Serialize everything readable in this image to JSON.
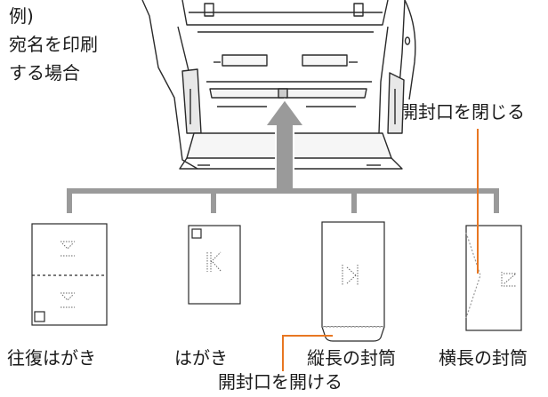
{
  "example_label": {
    "line1": "例)",
    "line2": "宛名を印刷",
    "line3": "する場合"
  },
  "annotations": {
    "close_flap": "開封口を閉じる",
    "open_flap": "開封口を開ける"
  },
  "media": [
    {
      "label": "往復はがき"
    },
    {
      "label": "はがき"
    },
    {
      "label": "縦長の封筒"
    },
    {
      "label": "横長の封筒"
    }
  ],
  "colors": {
    "accent_line": "#e87722",
    "arrow": "#9a9a9a",
    "outline": "#2a2a2a"
  }
}
